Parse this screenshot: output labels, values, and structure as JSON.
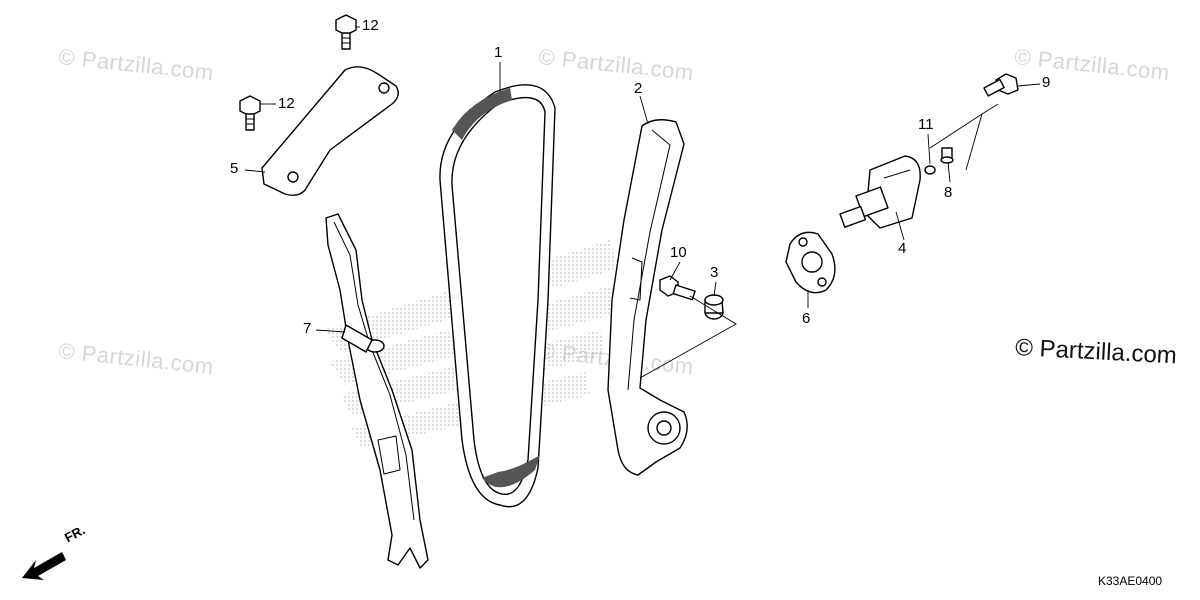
{
  "watermark": {
    "text": "© Partzilla.com"
  },
  "copyright": "© Partzilla.com",
  "diagram_code": "K33AE0400",
  "front_marker": "FR.",
  "callouts": [
    {
      "key": "c1",
      "label": "1"
    },
    {
      "key": "c2",
      "label": "2"
    },
    {
      "key": "c3",
      "label": "3"
    },
    {
      "key": "c4",
      "label": "4"
    },
    {
      "key": "c5",
      "label": "5"
    },
    {
      "key": "c6",
      "label": "6"
    },
    {
      "key": "c7",
      "label": "7"
    },
    {
      "key": "c8",
      "label": "8"
    },
    {
      "key": "c9",
      "label": "9"
    },
    {
      "key": "c10",
      "label": "10"
    },
    {
      "key": "c11",
      "label": "11"
    },
    {
      "key": "c12a",
      "label": "12"
    },
    {
      "key": "c12b",
      "label": "12"
    }
  ],
  "colors": {
    "line": "#000000",
    "watermark": "#d6d6d6",
    "background": "#ffffff"
  }
}
